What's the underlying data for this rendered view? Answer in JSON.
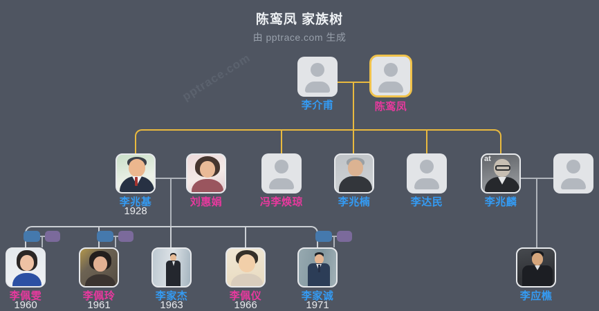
{
  "header": {
    "title": "陈鸾凤 家族树",
    "subtitle": "由 pptrace.com 生成",
    "watermark": "pptrace.com"
  },
  "palette": {
    "background": "#4f5561",
    "male_label": "#349bf3",
    "female_label": "#e8399e",
    "selected_node_border": "#f0c24b",
    "root_couple_line": "#eaba3e",
    "couple_line_gray": "#b0b5bc",
    "sibling_line_light": "#ccd0d5",
    "collapsed_pill_blue": "#4579ad",
    "collapsed_pill_purple": "#7b6a9b"
  },
  "people": {
    "li_jiefu": {
      "name": "李介甫",
      "gender": "male",
      "portrait": "placeholder"
    },
    "chen_luanfeng": {
      "name": "陈鸾凤",
      "gender": "female",
      "portrait": "placeholder",
      "selected": true
    },
    "li_zhaoji": {
      "name": "李兆基",
      "gender": "male",
      "birth_year": "1928",
      "portrait": "photo"
    },
    "liu_huijuan": {
      "name": "刘惠娟",
      "gender": "female",
      "portrait": "photo"
    },
    "feng_li_huanqiong": {
      "name": "冯李焕琼",
      "gender": "female",
      "portrait": "placeholder"
    },
    "li_zhaonan": {
      "name": "李兆楠",
      "gender": "male",
      "portrait": "photo"
    },
    "li_damin": {
      "name": "李达民",
      "gender": "male",
      "portrait": "placeholder"
    },
    "li_zhaolin": {
      "name": "李兆麟",
      "gender": "male",
      "portrait": "photo",
      "photo_overlay_text": "at"
    },
    "unnamed_spouse": {
      "name": "",
      "portrait": "placeholder"
    },
    "li_peiwen": {
      "name": "李佩雯",
      "gender": "female",
      "birth_year": "1960",
      "portrait": "photo",
      "collapsed_pills": true
    },
    "li_peiling": {
      "name": "李佩玲",
      "gender": "female",
      "birth_year": "1961",
      "portrait": "photo",
      "collapsed_pills": true
    },
    "li_jiajie": {
      "name": "李家杰",
      "gender": "male",
      "birth_year": "1963",
      "portrait": "photo"
    },
    "li_peiyi": {
      "name": "李佩仪",
      "gender": "female",
      "birth_year": "1966",
      "portrait": "photo"
    },
    "li_jiacheng": {
      "name": "李家诚",
      "gender": "male",
      "birth_year": "1971",
      "portrait": "photo",
      "collapsed_pills": true
    },
    "li_yingqiao": {
      "name": "李应樵",
      "gender": "male",
      "portrait": "photo"
    }
  }
}
